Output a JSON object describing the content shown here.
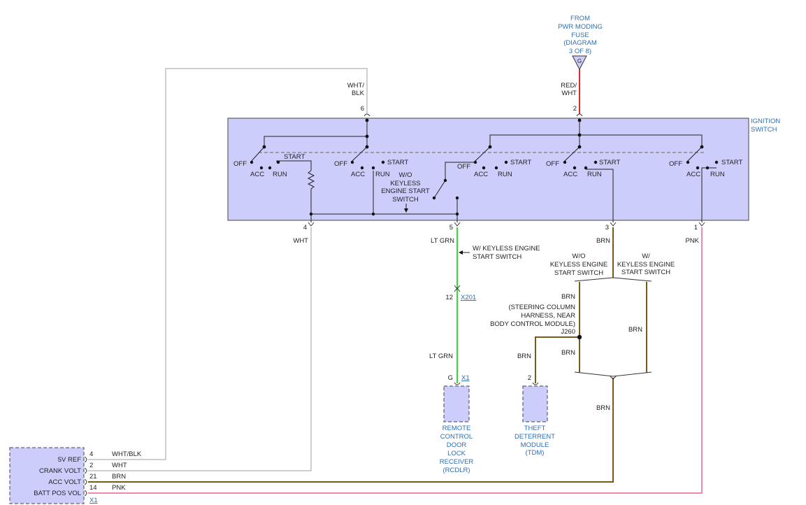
{
  "colors": {
    "wht": "#cfcfcf",
    "red": "#e0262e",
    "green": "#33dd33",
    "brown": "#7a5a18",
    "pink": "#f08aa8",
    "component_fill": "#cccdfb",
    "link": "#2b6fb5"
  },
  "source": {
    "from_lines": [
      "FROM",
      "PWR MODING",
      "FUSE",
      "(DIAGRAM",
      "3 OF 8)"
    ],
    "connector": "G"
  },
  "ignition_switch": {
    "label_lines": [
      "IGNITION",
      "SWITCH"
    ],
    "pins": {
      "p6": "6",
      "p2": "2",
      "p4": "4",
      "p5": "5",
      "p3": "3",
      "p1": "1"
    },
    "positions": {
      "off": "OFF",
      "acc": "ACC",
      "run": "RUN",
      "start": "START"
    },
    "wo_keyless_lines": [
      "W/O",
      "KEYLESS",
      "ENGINE START",
      "SWITCH"
    ]
  },
  "wires": {
    "wht_blk_top": [
      "WHT/",
      "BLK"
    ],
    "red_wht": [
      "RED/",
      "WHT"
    ],
    "wht": "WHT",
    "lt_grn": "LT GRN",
    "brn": "BRN",
    "pnk": "PNK"
  },
  "notes": {
    "w_keyless": [
      "W/ KEYLESS ENGINE",
      "START SWITCH"
    ],
    "wo_keyless": [
      "W/O",
      "KEYLESS ENGINE",
      "START SWITCH"
    ],
    "w_keyless_right": [
      "W/",
      "KEYLESS ENGINE",
      "START SWITCH"
    ],
    "splice_location": [
      "(STEERING COLUMN",
      "HARNESS, NEAR",
      "BODY CONTROL MODULE)"
    ],
    "splice_id": "J260"
  },
  "inline_connector": {
    "pin": "12",
    "id": "X201"
  },
  "rcdlr": {
    "pin": "G",
    "connector": "X1",
    "label_lines": [
      "REMOTE",
      "CONTROL",
      "DOOR",
      "LOCK",
      "RECEIVER",
      "(RCDLR)"
    ]
  },
  "tdm": {
    "pin": "2",
    "label_lines": [
      "THEFT",
      "DETERRENT",
      "MODULE",
      "(TDM)"
    ]
  },
  "bcm": {
    "connector": "X1",
    "rows": [
      {
        "label": "5V REF",
        "pin": "4",
        "wire": "WHT/BLK"
      },
      {
        "label": "CRANK VOLT",
        "pin": "2",
        "wire": "WHT"
      },
      {
        "label": "ACC VOLT",
        "pin": "21",
        "wire": "BRN"
      },
      {
        "label": "BATT POS VOL",
        "pin": "14",
        "wire": "PNK"
      }
    ]
  }
}
